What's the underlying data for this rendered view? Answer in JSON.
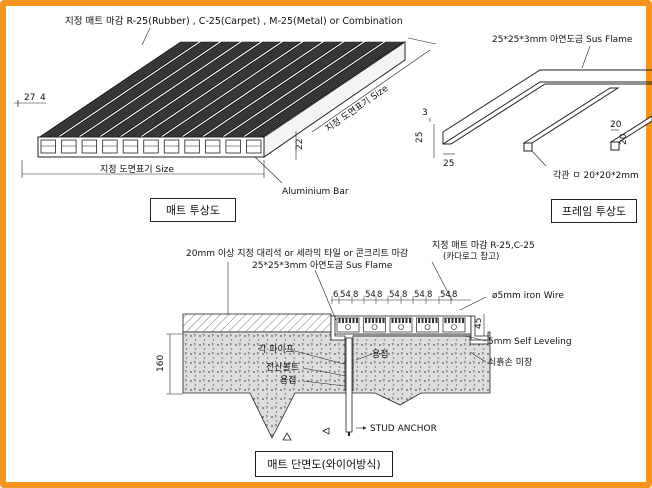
{
  "colors": {
    "frame": "#f7941d",
    "line": "#222222",
    "mat": "#2a2a2a",
    "concrete": "#d9d9d9",
    "leveling": "#9a9a9a"
  },
  "mat_perspective": {
    "spec_label": "지정 매트 마감 R-25(Rubber) , C-25(Carpet) , M-25(Metal) or Combination",
    "size_label_right": "지정 도면표기 Size",
    "size_label_bottom": "지정 도면표기 Size",
    "dim_27": "27",
    "dim_4": "4",
    "dim_22": "22",
    "aluminium_label": "Aluminium Bar",
    "caption": "매트 투상도"
  },
  "frame_perspective": {
    "steel_label": "25*25*3mm 아연도금 Sus Flame",
    "dim_3": "3",
    "dim_25_a": "25",
    "dim_25_b": "25",
    "dim_20_a": "20",
    "dim_20_b": "20",
    "square_pipe_label": "각관 ㅁ 20*20*2mm",
    "caption": "프레임 투상도"
  },
  "section": {
    "finish_label": "20mm 이상 지정 대리석 or 세라믹 타일 or 콘크리트 마감",
    "frame_label": "25*25*3mm 아연도금 Sus Flame",
    "mat_spec_label": "지정 매트 마감 R-25,C-25",
    "catalog_note": "(카다로그 참고)",
    "pitch_labels": [
      "6",
      "54",
      "8",
      "54",
      "8",
      "54",
      "8",
      "54",
      "8",
      "54",
      "8"
    ],
    "wire_label": "ø5mm iron Wire",
    "dim_45": "45",
    "leveling_label": "5mm Self Leveling",
    "plaster_label": "쇠흙손 미장",
    "pipe_label": "각 파이프",
    "wire_bolt_label": "전산볼트",
    "weld_label_a": "용접",
    "weld_label_b": "용접",
    "dim_160": "160",
    "anchor_label": "STUD ANCHOR",
    "caption": "매트 단면도(와이어방식)"
  }
}
